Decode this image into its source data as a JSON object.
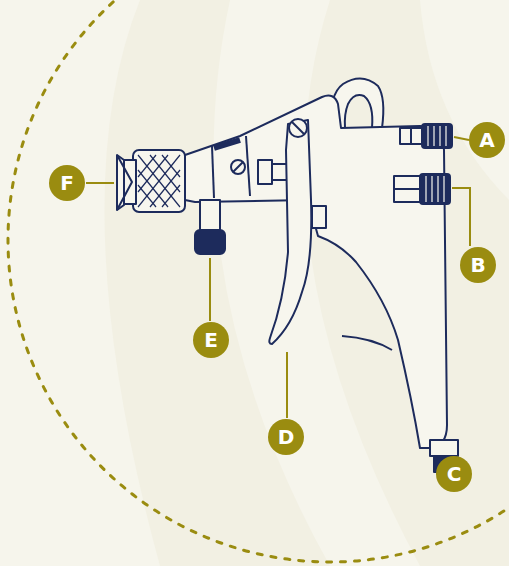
{
  "diagram": {
    "labels": [
      "A",
      "F",
      "B",
      "E",
      "D",
      "C"
    ]
  }
}
